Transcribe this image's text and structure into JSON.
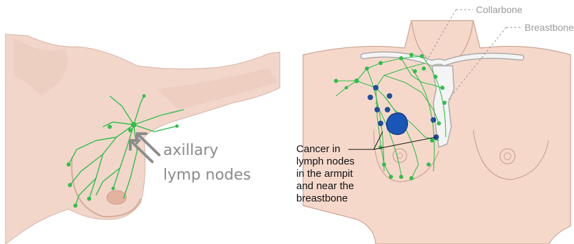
{
  "left_panel": {
    "label_lines": [
      "axillary",
      "lymp nodes"
    ]
  },
  "right_panel": {
    "collarbone_label": "Collarbone",
    "breastbone_label": "Breastbone",
    "cancer_label_lines": [
      "Cancer in",
      "lymph nodes",
      "in the armpit",
      "and near the",
      "breastbone"
    ]
  },
  "colors": {
    "skin_left": "#f3d8cc",
    "skin_right": "#f6d9cc",
    "outline": "#c9a391",
    "lymph_green": "#2fbf4a",
    "node_blue": "#1f4e9a",
    "tumor_blue": "#1a56b8",
    "bone": "#f4f4f4"
  }
}
